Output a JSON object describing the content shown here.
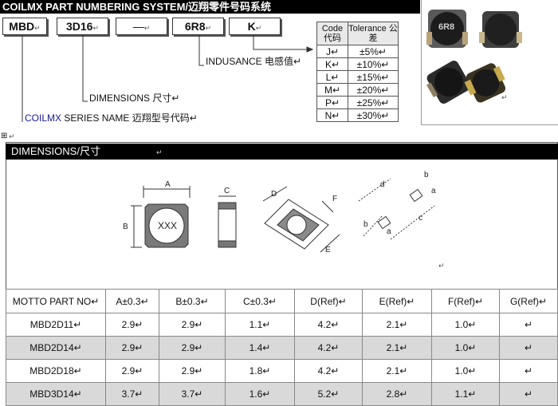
{
  "header": {
    "title": "COILMX PART NUMBERING SYSTEM/迈翔零件号码系统"
  },
  "part_code": {
    "boxes": [
      {
        "label": "MBD",
        "mark": "↵"
      },
      {
        "label": "3D16",
        "mark": "↵"
      },
      {
        "label": "—",
        "mark": "↵"
      },
      {
        "label": "6R8",
        "mark": "↵"
      },
      {
        "label": "K",
        "mark": "↵"
      }
    ]
  },
  "labels": {
    "inductance": "INDUSANCE 电感值↵",
    "dimensions": "DIMENSIONS 尺寸↵",
    "series_link": "COILMX",
    "series_rest": " SERIES NAME 迈翔型号代码↵"
  },
  "tolerance_table": {
    "headers": [
      "Code 代码",
      "Tolerance 公差"
    ],
    "rows": [
      {
        "code": "J↵",
        "tol": "±5%↵"
      },
      {
        "code": "K↵",
        "tol": "±10%↵"
      },
      {
        "code": "L↵",
        "tol": "±15%↵"
      },
      {
        "code": "M↵",
        "tol": "±20%↵"
      },
      {
        "code": "P↵",
        "tol": "±25%↵"
      },
      {
        "code": "N↵",
        "tol": "±30%↵"
      }
    ]
  },
  "photo": {
    "chip_marking": "6R8",
    "mark": "↵"
  },
  "marks": {
    "anchor": "⊞",
    "para": "↵",
    "para2": "↵",
    "para3": "↵"
  },
  "dimensions": {
    "title": "DIMENSIONS/尺寸",
    "title_mark": "↵",
    "drawing": {
      "top_view": {
        "label_a": "A",
        "label_b": "B",
        "marking": "XXX"
      },
      "side_view": {
        "label_c": "C"
      },
      "angled_view": {
        "label_d": "D",
        "label_e": "E",
        "label_f": "F"
      },
      "pad_view": {
        "label_a": "a",
        "label_b": "b",
        "label_c": "c",
        "label_d": "d",
        "label_b2": "b",
        "label_a2": "a"
      }
    },
    "table": {
      "columns": [
        "MOTTO PART NO↵",
        "A±0.3↵",
        "B±0.3↵",
        "C±0.3↵",
        "D(Ref)↵",
        "E(Ref)↵",
        "F(Ref)↵",
        "G(Ref)↵"
      ],
      "rows": [
        [
          "MBD2D11↵",
          "2.9↵",
          "2.9↵",
          "1.1↵",
          "4.2↵",
          "2.1↵",
          "1.0↵",
          "↵"
        ],
        [
          "MBD2D14↵",
          "2.9↵",
          "2.9↵",
          "1.4↵",
          "4.2↵",
          "2.1↵",
          "1.0↵",
          "↵"
        ],
        [
          "MBD2D18↵",
          "2.9↵",
          "2.9↵",
          "1.8↵",
          "4.2↵",
          "2.1↵",
          "1.0↵",
          "↵"
        ],
        [
          "MBD3D14↵",
          "3.7↵",
          "3.7↵",
          "1.6↵",
          "5.2↵",
          "2.8↵",
          "1.1↵",
          "↵"
        ]
      ]
    }
  }
}
